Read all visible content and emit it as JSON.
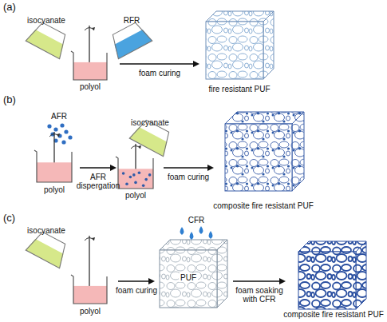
{
  "diagram": {
    "labels": [
      "(a)",
      "isocyanate",
      "RFR",
      "polyol",
      "foam curing",
      "fire resistant PUF",
      "(b)",
      "AFR",
      "polyol",
      "AFR dispergation",
      "isocyanate",
      "polyol",
      "foam curing",
      "composite fire resistant PUF",
      "(c)",
      "isocyanate",
      "CFR",
      "foam curing",
      "PUF",
      "foam soaking with CFR",
      "polyol",
      "composite fire resistant PUF"
    ]
  }
}
